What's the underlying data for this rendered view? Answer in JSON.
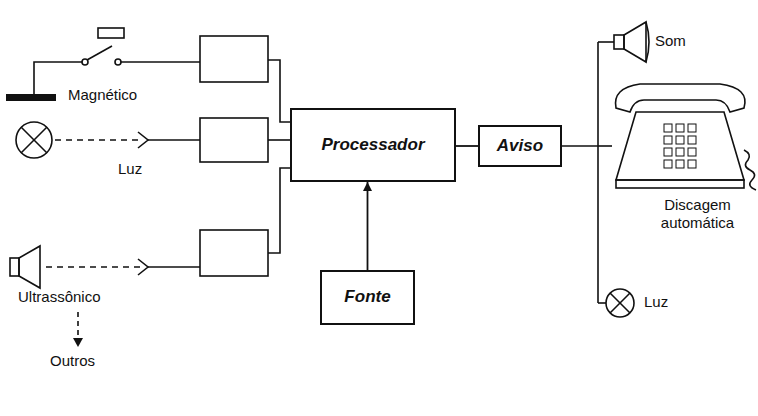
{
  "diagram": {
    "nodes": [
      {
        "text": [
          "Processador"
        ]
      },
      {
        "text": [
          "Fonte"
        ]
      },
      {
        "text": [
          "Aviso"
        ]
      }
    ],
    "edges": [
      {
        "from": 1,
        "to": 0,
        "arrow": "to"
      },
      {
        "from": 0,
        "to": 2,
        "arrow": "none"
      }
    ],
    "labels": [
      "Magnético",
      "Luz",
      "Ultrassônico",
      "Outros",
      "Som",
      "Discagem automática",
      "Luz"
    ]
  }
}
